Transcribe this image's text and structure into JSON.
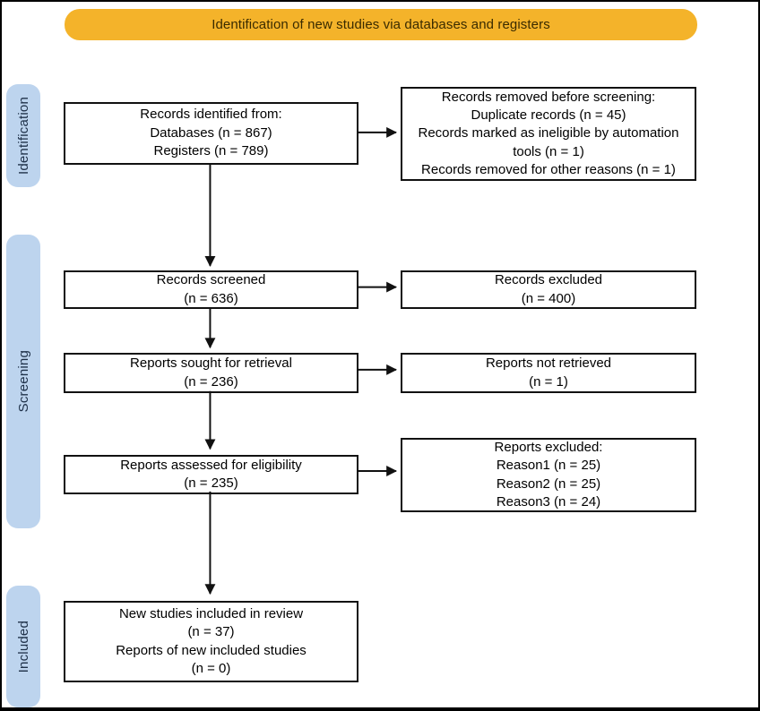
{
  "banner": {
    "label": "Identification of new studies via databases and registers"
  },
  "stages": [
    {
      "label": "Identification"
    },
    {
      "label": "Screening"
    },
    {
      "label": "Included"
    }
  ],
  "boxes": {
    "records_identified": {
      "lines": [
        "Records identified from:",
        "Databases (n = 867)",
        "Registers (n = 789)"
      ]
    },
    "records_removed": {
      "lines": [
        "Records removed before screening:",
        "Duplicate records (n = 45)",
        "Records marked as ineligible by automation tools (n = 1)",
        "Records removed for other reasons (n = 1)"
      ]
    },
    "records_screened": {
      "lines": [
        "Records screened",
        "(n = 636)"
      ]
    },
    "records_excluded": {
      "lines": [
        "Records excluded",
        "(n = 400)"
      ]
    },
    "reports_sought": {
      "lines": [
        "Reports sought for retrieval",
        "(n = 236)"
      ]
    },
    "reports_not_retrieved": {
      "lines": [
        "Reports not retrieved",
        "(n = 1)"
      ]
    },
    "reports_assessed": {
      "lines": [
        "Reports assessed for eligibility",
        "(n = 235)"
      ]
    },
    "reports_excluded": {
      "lines": [
        "Reports excluded:",
        "Reason1 (n = 25)",
        "Reason2 (n = 25)",
        "Reason3 (n = 24)"
      ]
    },
    "new_studies_included": {
      "lines": [
        "New studies included in review",
        "(n = 37)",
        "Reports of new included studies",
        "(n = 0)"
      ]
    }
  },
  "colors": {
    "banner_bg": "#F4B32A",
    "banner_text": "#3A2B00",
    "stage_bg": "#BDD4EE",
    "stage_text": "#1E3048",
    "box_border": "#111111",
    "arrow": "#111111"
  }
}
